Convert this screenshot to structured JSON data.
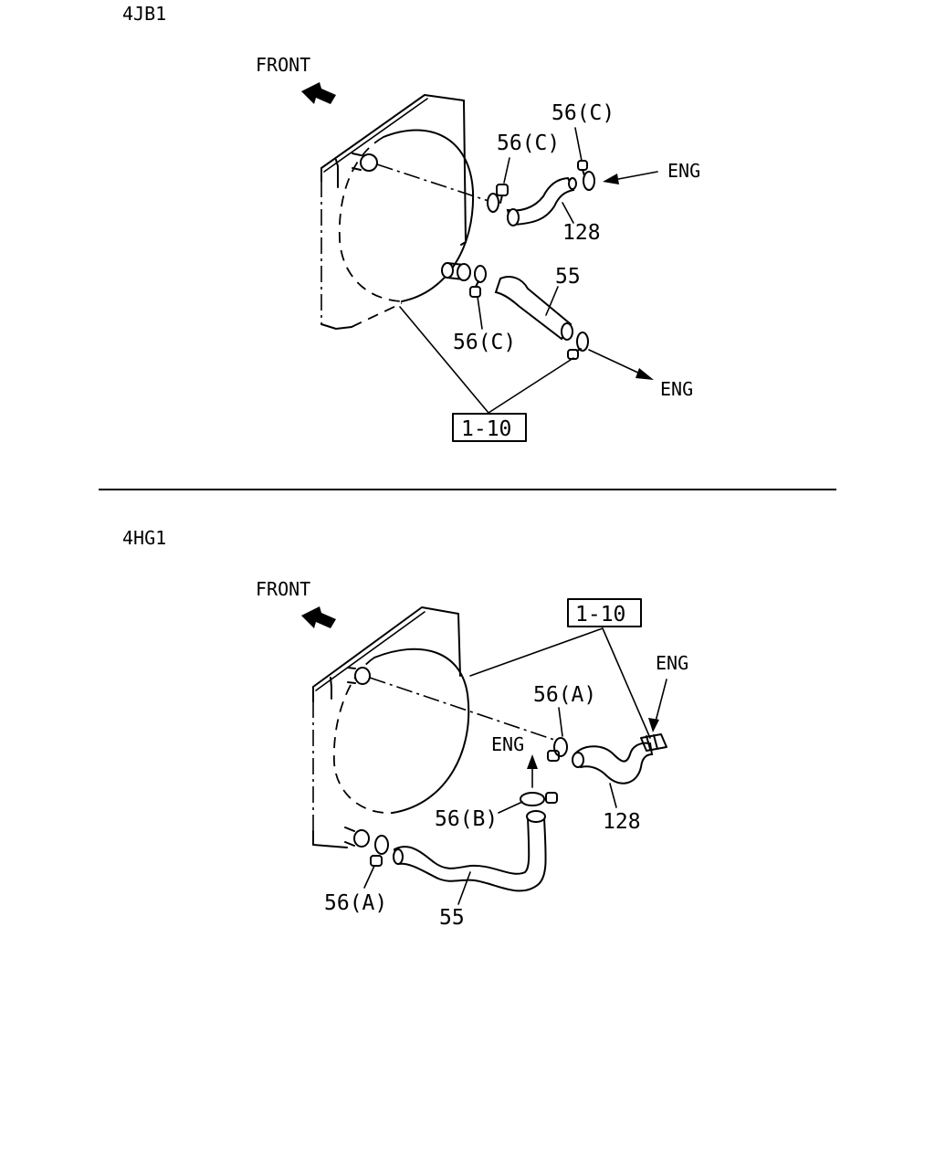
{
  "sections": [
    {
      "engine": "4JB1",
      "front": "FRONT",
      "eng_upper": "ENG",
      "eng_lower": "ENG",
      "ref_box": "1-10",
      "clamp_upper_left": "56(C)",
      "clamp_upper_right": "56(C)",
      "clamp_lower": "56(C)",
      "hose_upper": "128",
      "hose_lower": "55"
    },
    {
      "engine": "4HG1",
      "front": "FRONT",
      "eng_upper": "ENG",
      "eng_lower": "ENG",
      "ref_box": "1-10",
      "clamp_upper": "56(A)",
      "clamp_middle": "56(B)",
      "clamp_lower": "56(A)",
      "hose_upper": "128",
      "hose_lower": "55"
    }
  ]
}
